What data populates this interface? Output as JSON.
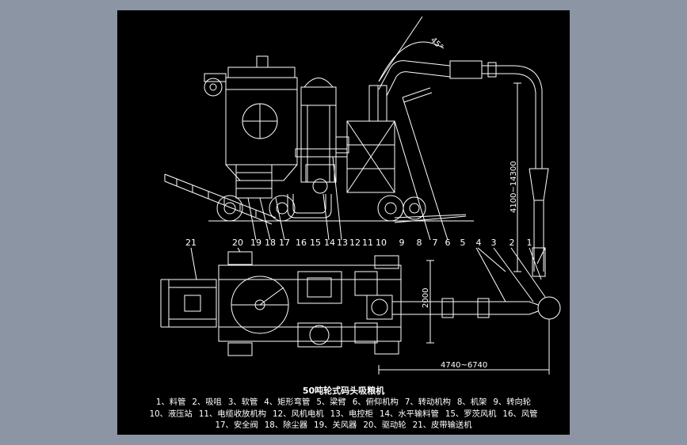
{
  "drawing": {
    "title": "50吨轮式码头吸粮机",
    "angle_label": "45°",
    "dims": {
      "vertical_height": "4100~14300",
      "width": "2000",
      "horizontal_length": "4740~6740"
    },
    "callouts_side": [
      "19",
      "18",
      "17",
      "16",
      "15",
      "14",
      "13",
      "12",
      "11",
      "10",
      "9",
      "8",
      "7",
      "6",
      "5",
      "4",
      "3",
      "2",
      "1"
    ],
    "callouts_plan_left": [
      "21",
      "20"
    ],
    "legend_rows": [
      [
        "1、料管",
        "2、吸咀",
        "3、软管",
        "4、矩形弯管",
        "5、梁臂",
        "6、俯仰机构",
        "7、转动机构",
        "8、机架",
        "9、转向轮"
      ],
      [
        "10、液压站",
        "11、电缆收放机构",
        "12、风机电机",
        "13、电控柜",
        "14、水平输料管",
        "15、罗茨风机",
        "16、风管"
      ],
      [
        "17、安全阀",
        "18、除尘器",
        "19、关风器",
        "20、驱动轮",
        "21、皮带输送机"
      ]
    ]
  },
  "colors": {
    "background": "#000000",
    "lines": "#ffffff",
    "frame": "#8c95a3"
  }
}
